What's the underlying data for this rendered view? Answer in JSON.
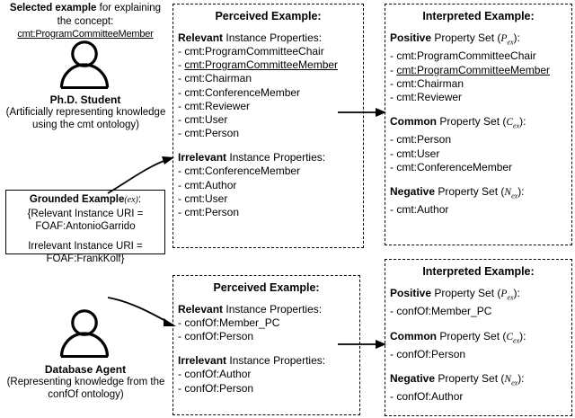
{
  "left": {
    "header": {
      "bold_lead": "Selected example",
      "rest": " for explaining the concept:",
      "concept": "cmt:ProgramCommitteeMember"
    },
    "student": {
      "icon": "person-icon",
      "title": "Ph.D. Student",
      "subtitle": "(Artificially representing knowledge using the cmt ontology)"
    },
    "grounded": {
      "title_bold": "Grounded Example",
      "title_sym": "(ex)",
      "title_colon": ":",
      "line1": "{Relevant Instance URI =",
      "line2": "FOAF:AntonioGarrido",
      "line3": "Irrelevant Instance URI =",
      "line4": "FOAF:FrankKolf}"
    },
    "agent": {
      "icon": "person-icon",
      "title": "Database Agent",
      "subtitle": "(Representing knowledge from the confOf ontology)"
    }
  },
  "perceived_top": {
    "title": "Perceived Example:",
    "relevant_label_bold": "Relevant",
    "relevant_label_rest": " Instance Properties:",
    "relevant_items": [
      "cmt:ProgramCommitteeChair",
      "cmt:ProgramCommitteeMember",
      "cmt:Chairman",
      "cmt:ConferenceMember",
      "cmt:Reviewer",
      "cmt:User",
      "cmt:Person"
    ],
    "relevant_underlined_index": 1,
    "irrelevant_label_bold": "Irrelevant",
    "irrelevant_label_rest": " Instance Properties:",
    "irrelevant_items": [
      "cmt:ConferenceMember",
      "cmt:Author",
      "cmt:User",
      "cmt:Person"
    ]
  },
  "interpreted_top": {
    "title": "Interpreted Example:",
    "positive_label_bold": "Positive",
    "positive_label_rest": " Property Set (",
    "positive_sym": "P",
    "positive_sub": "ex",
    "positive_tail": "):",
    "positive_items": [
      "cmt:ProgramCommitteeChair",
      "cmt:ProgramCommitteeMember",
      "cmt:Chairman",
      "cmt:Reviewer"
    ],
    "positive_underlined_index": 1,
    "common_label_bold": "Common",
    "common_label_rest": " Property Set (",
    "common_sym": "C",
    "common_sub": "ex",
    "common_tail": "):",
    "common_items": [
      "cmt:Person",
      "cmt:User",
      "cmt:ConferenceMember"
    ],
    "negative_label_bold": "Negative",
    "negative_label_rest": " Property Set (",
    "negative_sym": "N",
    "negative_sub": "ex",
    "negative_tail": "):",
    "negative_items": [
      "cmt:Author"
    ]
  },
  "perceived_bottom": {
    "title": "Perceived Example:",
    "relevant_label_bold": "Relevant",
    "relevant_label_rest": " Instance Properties:",
    "relevant_items": [
      "confOf:Member_PC",
      "confOf:Person"
    ],
    "irrelevant_label_bold": "Irrelevant",
    "irrelevant_label_rest": " Instance Properties:",
    "irrelevant_items": [
      "confOf:Author",
      "confOf:Person"
    ]
  },
  "interpreted_bottom": {
    "title": "Interpreted Example:",
    "positive_label_bold": "Positive",
    "positive_label_rest": " Property Set (",
    "positive_sym": "P",
    "positive_sub": "ex",
    "positive_tail": "):",
    "positive_items": [
      "confOf:Member_PC"
    ],
    "common_label_bold": "Common",
    "common_label_rest": " Property Set (",
    "common_sym": "C",
    "common_sub": "ex",
    "common_tail": "):",
    "common_items": [
      "confOf:Person"
    ],
    "negative_label_bold": "Negative",
    "negative_label_rest": " Property Set (",
    "negative_sym": "N",
    "negative_sub": "ex",
    "negative_tail": "):",
    "negative_items": [
      "confOf:Author"
    ]
  },
  "colors": {
    "ink": "#000000",
    "paper": "#ffffff"
  },
  "bullet": "- "
}
